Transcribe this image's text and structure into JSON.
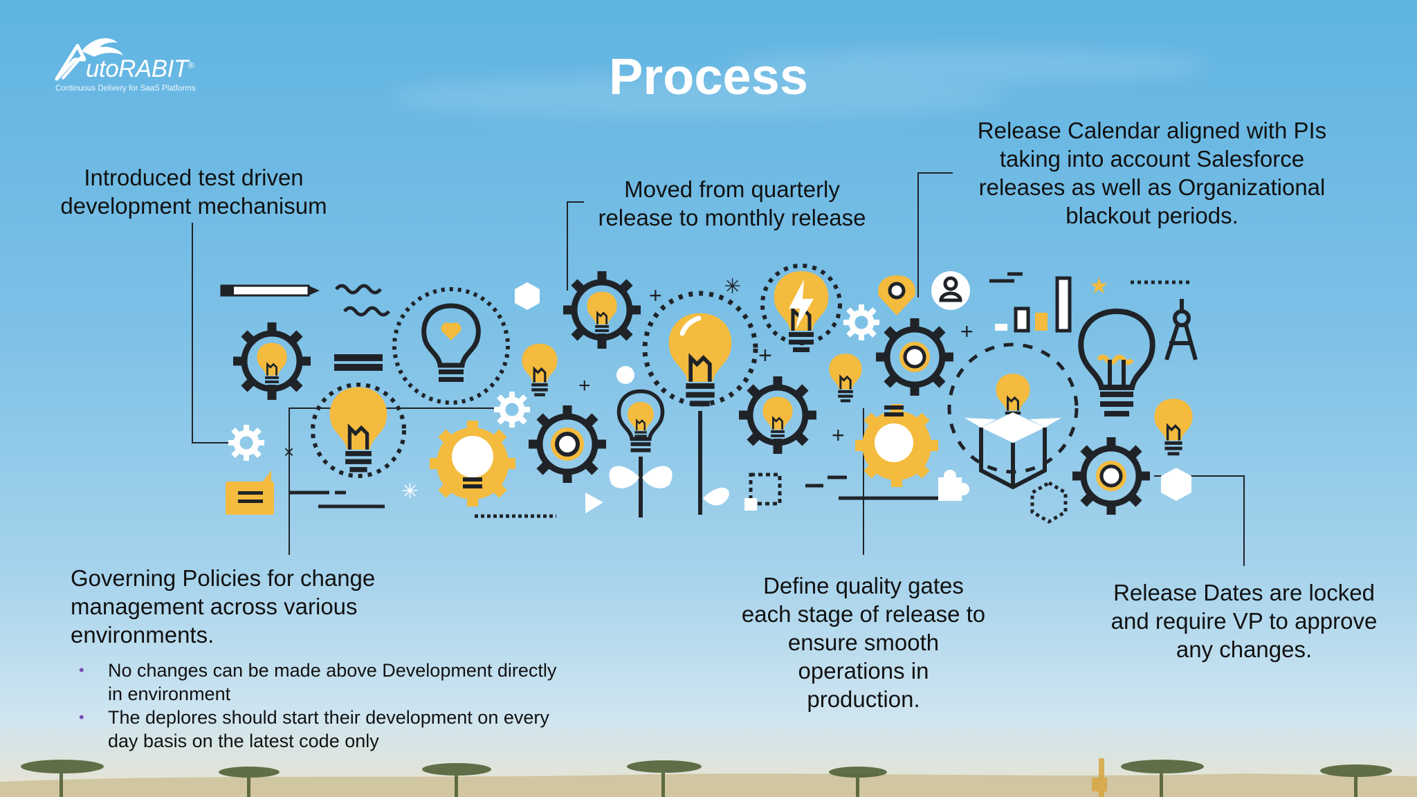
{
  "slide": {
    "title": "Process",
    "logo": {
      "brand_light": "utoRABIT",
      "brand_bold": "",
      "registered": "®",
      "tagline": "Continuous Delivery for SaaS Platforms"
    }
  },
  "callouts": {
    "tdd": "Introduced  test driven development mechanisum",
    "monthly": "Moved from quarterly release to monthly release",
    "calendar": "Release Calendar aligned with PIs taking into account Salesforce releases as well as Organizational blackout periods.",
    "policies": "Governing Policies for change management across various environments.",
    "quality": "Define quality gates each stage of release to ensure smooth operations in production.",
    "dates": "Release Dates are locked and require VP to approve any changes."
  },
  "policy_bullets": [
    "No changes can be made above Development directly in environment",
    "The deplores should start their development on every day basis on the latest code only"
  ],
  "colors": {
    "accent_yellow": "#f4bb3e",
    "line_dark": "#1f2328",
    "bullet_purple": "#7a4fb8",
    "title_white": "#ffffff"
  }
}
